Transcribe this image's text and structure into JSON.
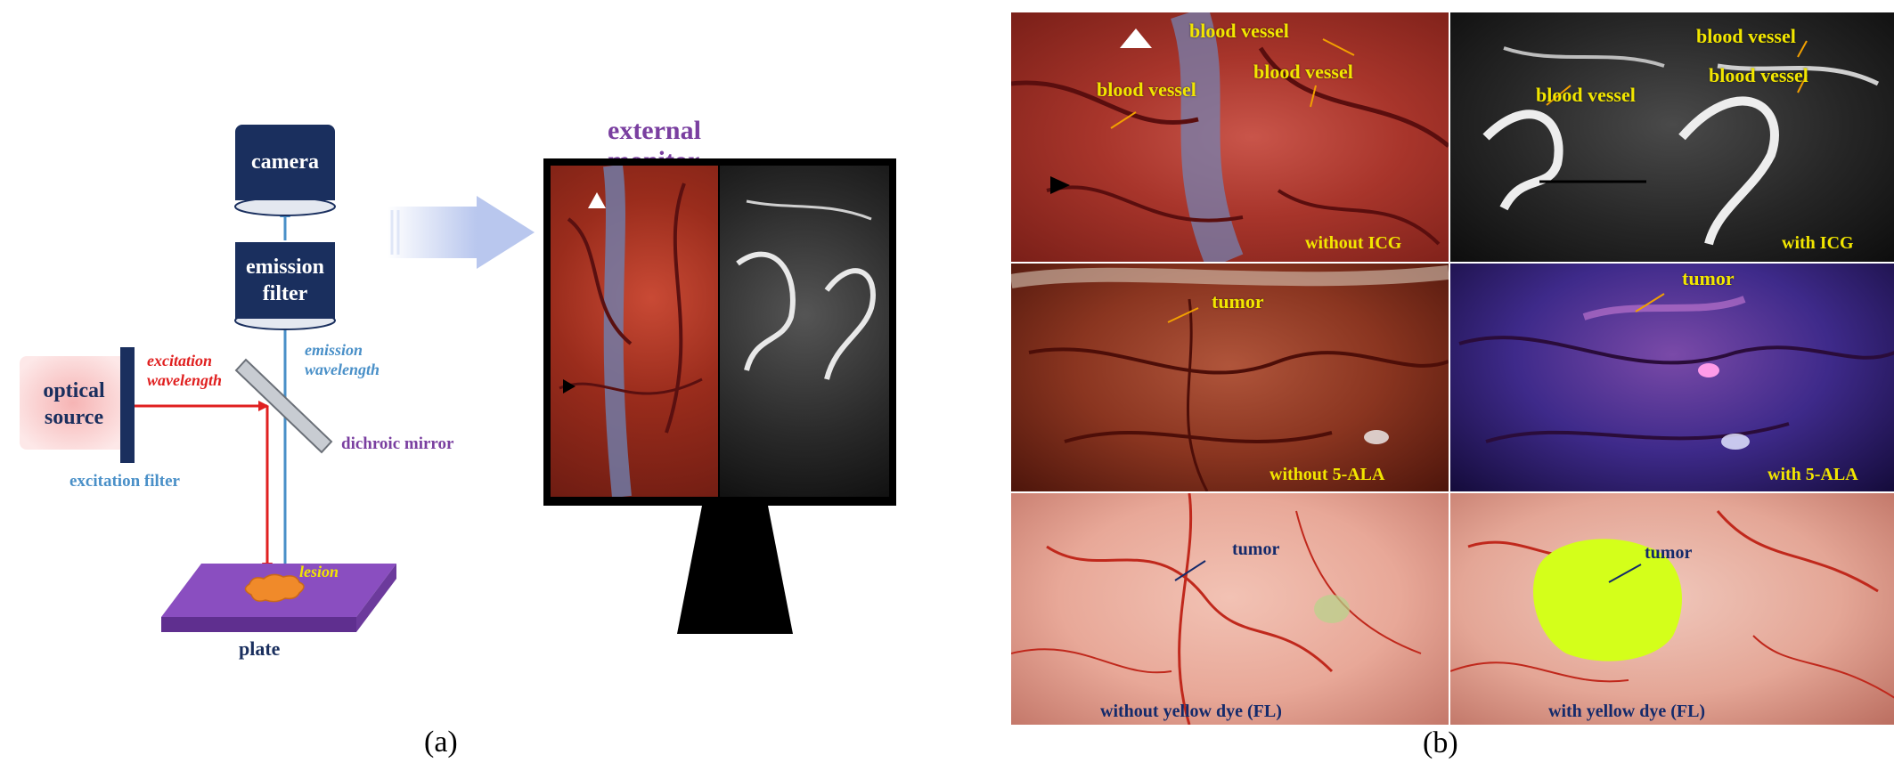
{
  "panel_a": {
    "camera": "camera",
    "emission_filter": [
      "emission",
      "filter"
    ],
    "optical_source": [
      "optical",
      "source"
    ],
    "excitation_wavelength": [
      "excitation",
      "wavelength"
    ],
    "emission_wavelength": [
      "emission",
      "wavelength"
    ],
    "dichroic_mirror": "dichroic mirror",
    "excitation_filter": "excitation filter",
    "lesion": "lesion",
    "plate": "plate",
    "external_monitor": "external monitor",
    "caption": "(a)"
  },
  "panel_b": {
    "icg_left_labels": [
      "blood vessel",
      "blood vessel",
      "blood vessel"
    ],
    "icg_right_labels": [
      "blood vessel",
      "blood vessel",
      "blood vessel"
    ],
    "without_icg": "without ICG",
    "with_icg": "with ICG",
    "tumor": "tumor",
    "without_5ala": "without 5-ALA",
    "with_5ala": "with 5-ALA",
    "without_fl": "without yellow dye (FL)",
    "with_fl": "with yellow dye (FL)",
    "caption": "(b)"
  },
  "colors": {
    "navy": "#1a2f5e",
    "excitation_red": "#e02020",
    "emission_blue": "#4a90c8",
    "purple": "#7a3fa0",
    "label_yellow": "#f2e600"
  }
}
